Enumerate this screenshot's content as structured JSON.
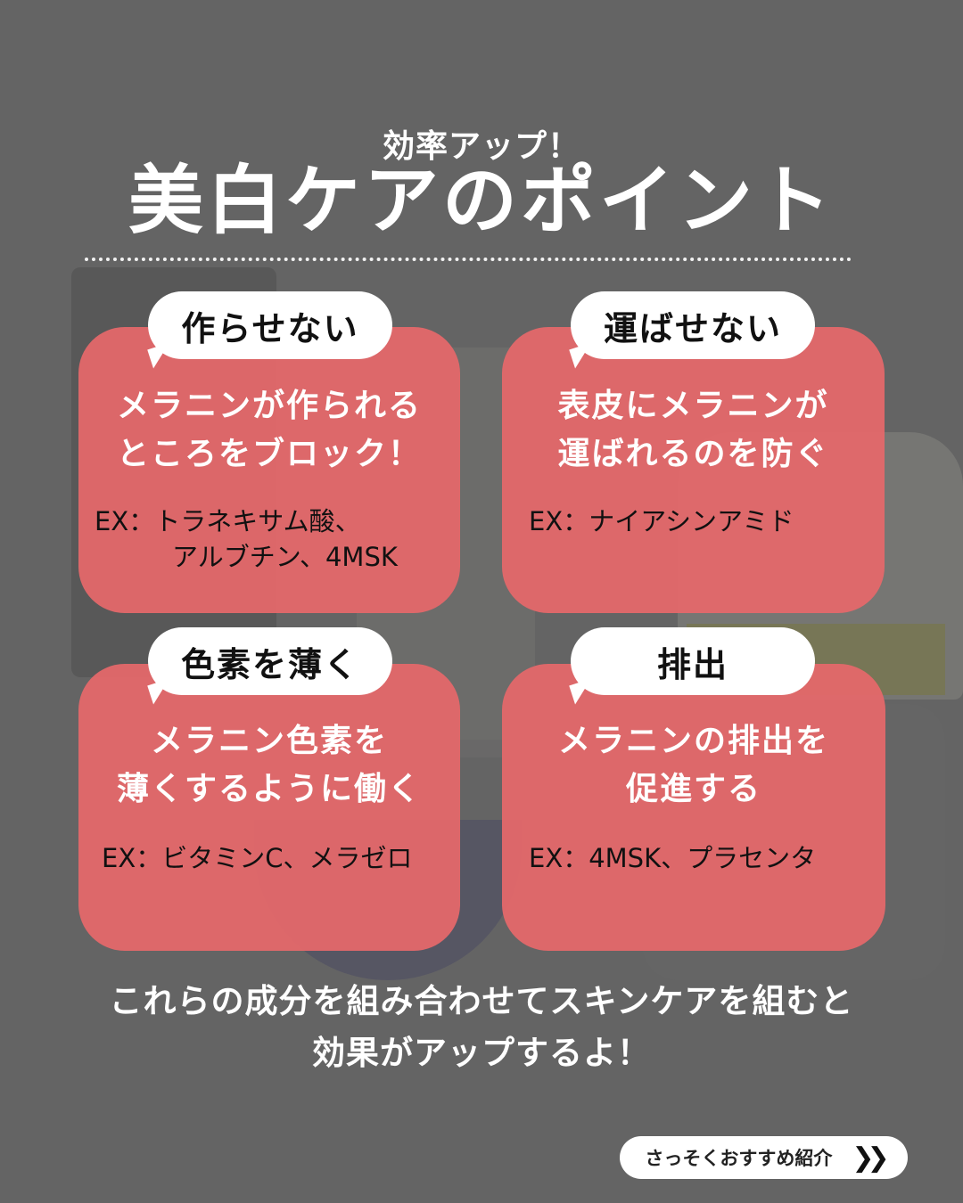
{
  "header": {
    "kicker": "効率アップ！",
    "title": "美白ケアのポイント"
  },
  "cards": [
    {
      "label": "作らせない",
      "description_lines": [
        "メラニンが作られる",
        "ところをブロック！"
      ],
      "examples": "EX：トラネキサム酸、\n　　　アルブチン、4MSK"
    },
    {
      "label": "運ばせない",
      "description_lines": [
        "表皮にメラニンが",
        "運ばれるのを防ぐ"
      ],
      "examples": "EX：ナイアシンアミド"
    },
    {
      "label": "色素を薄く",
      "description_lines": [
        "メラニン色素を",
        "薄くするように働く"
      ],
      "examples": "EX：ビタミンC、メラゼロ"
    },
    {
      "label": "排出",
      "description_lines": [
        "メラニンの排出を",
        "促進する"
      ],
      "examples": "EX：4MSK、プラセンタ"
    }
  ],
  "footer": {
    "line1": "これらの成分を組み合わせてスキンケアを組むと",
    "line2": "効果がアップするよ！"
  },
  "cta": {
    "label": "さっそくおすすめ紹介",
    "icon": "double-chevron-right-icon",
    "glyph": "❯❯"
  },
  "colors": {
    "card": "#E4686A",
    "bubble": "#FFFFFF",
    "background": "#6F6F6F",
    "text_light": "#FFFFFF",
    "text_dark": "#111111"
  }
}
